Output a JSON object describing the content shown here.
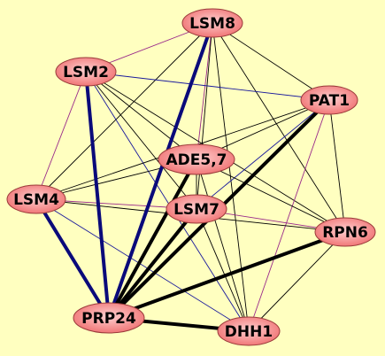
{
  "colors": {
    "background": "#ffffc0",
    "node_fill_light": "#ffd0d0",
    "node_fill_dark": "#ef6f6f",
    "edge_black": "#000000",
    "edge_blue": "#1a1a9c",
    "edge_purple": "#9a2a8a",
    "edge_navy": "#0a0a7a"
  },
  "nodes": [
    {
      "id": "LSM8",
      "label": "LSM8"
    },
    {
      "id": "LSM2",
      "label": "LSM2"
    },
    {
      "id": "PAT1",
      "label": "PAT1"
    },
    {
      "id": "ADE57",
      "label": "ADE5,7"
    },
    {
      "id": "LSM4",
      "label": "LSM4"
    },
    {
      "id": "LSM7",
      "label": "LSM7"
    },
    {
      "id": "RPN6",
      "label": "RPN6"
    },
    {
      "id": "PRP24",
      "label": "PRP24"
    },
    {
      "id": "DHH1",
      "label": "DHH1"
    }
  ],
  "edges": [
    {
      "from": "LSM8",
      "to": "PRP24",
      "style": "thick-navy"
    },
    {
      "from": "LSM2",
      "to": "PRP24",
      "style": "thick-navy"
    },
    {
      "from": "LSM4",
      "to": "PRP24",
      "style": "thick-navy"
    },
    {
      "from": "PAT1",
      "to": "PRP24",
      "style": "thick-black"
    },
    {
      "from": "ADE57",
      "to": "PRP24",
      "style": "thick-black"
    },
    {
      "from": "LSM7",
      "to": "PRP24",
      "style": "thick-black"
    },
    {
      "from": "RPN6",
      "to": "PRP24",
      "style": "thick-black"
    },
    {
      "from": "DHH1",
      "to": "PRP24",
      "style": "thick-black"
    },
    {
      "from": "LSM8",
      "to": "LSM2",
      "style": "thin-purple"
    },
    {
      "from": "LSM8",
      "to": "PAT1",
      "style": "thin-black"
    },
    {
      "from": "LSM8",
      "to": "ADE57",
      "style": "thin-purple"
    },
    {
      "from": "LSM8",
      "to": "LSM4",
      "style": "thin-black"
    },
    {
      "from": "LSM8",
      "to": "LSM7",
      "style": "thin-black"
    },
    {
      "from": "LSM8",
      "to": "RPN6",
      "style": "thin-black"
    },
    {
      "from": "LSM8",
      "to": "DHH1",
      "style": "thin-black"
    },
    {
      "from": "LSM2",
      "to": "PAT1",
      "style": "thin-blue"
    },
    {
      "from": "LSM2",
      "to": "ADE57",
      "style": "thin-black"
    },
    {
      "from": "LSM2",
      "to": "LSM4",
      "style": "thin-purple"
    },
    {
      "from": "LSM2",
      "to": "LSM7",
      "style": "thin-black"
    },
    {
      "from": "LSM2",
      "to": "RPN6",
      "style": "thin-black"
    },
    {
      "from": "LSM2",
      "to": "DHH1",
      "style": "thin-blue"
    },
    {
      "from": "PAT1",
      "to": "ADE57",
      "style": "thin-black"
    },
    {
      "from": "PAT1",
      "to": "LSM4",
      "style": "thin-black"
    },
    {
      "from": "PAT1",
      "to": "LSM7",
      "style": "thin-blue"
    },
    {
      "from": "PAT1",
      "to": "RPN6",
      "style": "thin-black"
    },
    {
      "from": "PAT1",
      "to": "DHH1",
      "style": "thin-purple"
    },
    {
      "from": "ADE57",
      "to": "LSM4",
      "style": "thin-black"
    },
    {
      "from": "ADE57",
      "to": "LSM7",
      "style": "thin-black"
    },
    {
      "from": "ADE57",
      "to": "RPN6",
      "style": "thin-black"
    },
    {
      "from": "ADE57",
      "to": "DHH1",
      "style": "thin-black"
    },
    {
      "from": "LSM4",
      "to": "LSM7",
      "style": "thin-purple"
    },
    {
      "from": "LSM4",
      "to": "RPN6",
      "style": "thin-black"
    },
    {
      "from": "LSM4",
      "to": "DHH1",
      "style": "thin-blue"
    },
    {
      "from": "LSM7",
      "to": "RPN6",
      "style": "thin-purple"
    },
    {
      "from": "LSM7",
      "to": "DHH1",
      "style": "thin-black"
    },
    {
      "from": "RPN6",
      "to": "DHH1",
      "style": "thin-black"
    }
  ]
}
